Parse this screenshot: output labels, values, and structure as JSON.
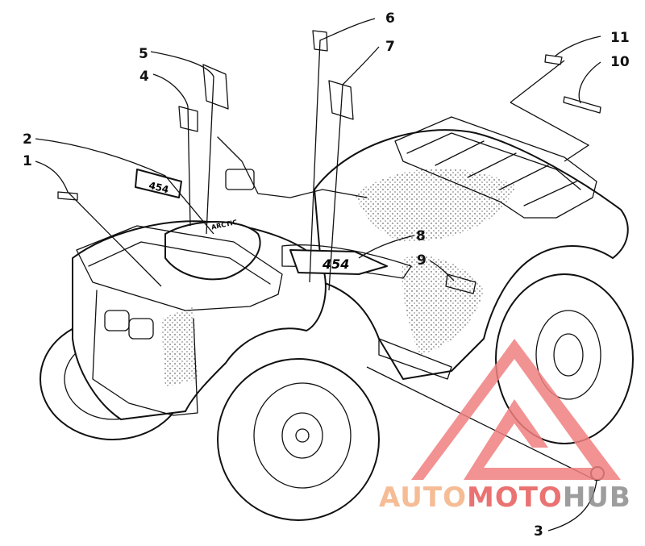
{
  "diagram": {
    "callouts": [
      {
        "id": "1",
        "label": "1"
      },
      {
        "id": "2",
        "label": "2"
      },
      {
        "id": "3",
        "label": "3"
      },
      {
        "id": "4",
        "label": "4"
      },
      {
        "id": "5",
        "label": "5"
      },
      {
        "id": "6",
        "label": "6"
      },
      {
        "id": "7",
        "label": "7"
      },
      {
        "id": "8",
        "label": "8"
      },
      {
        "id": "9",
        "label": "9"
      },
      {
        "id": "10",
        "label": "10"
      },
      {
        "id": "11",
        "label": "11"
      }
    ],
    "decals": {
      "brand_small": "ARCTIC",
      "model_number": "454"
    }
  },
  "watermark": {
    "part1": "AUTO",
    "part2": "MOTO",
    "part3": "HUB",
    "color_auto": "#f4b183",
    "color_moto": "#e85a5a",
    "color_hub": "#8c8c8c",
    "triangle_color": "#f08080"
  }
}
